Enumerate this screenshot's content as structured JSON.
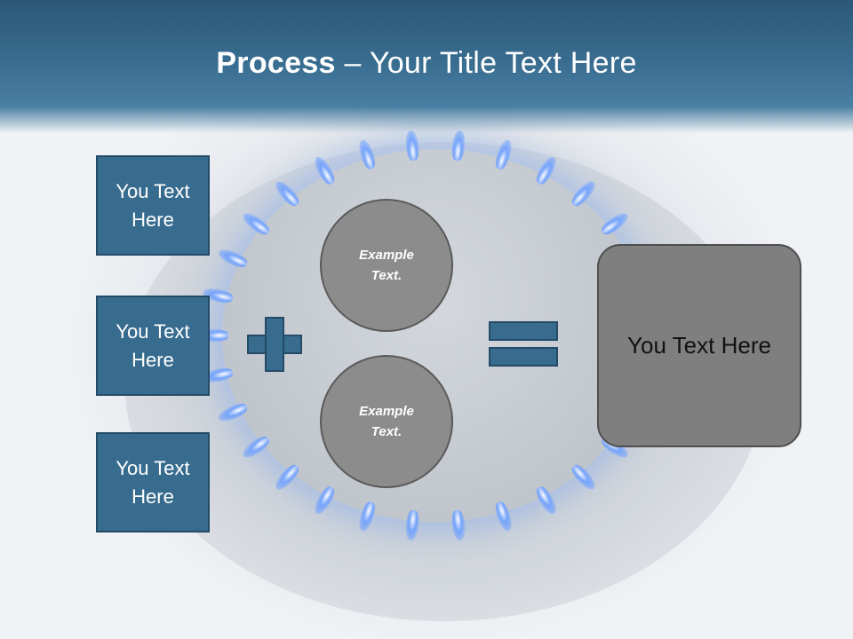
{
  "slide": {
    "title_bold": "Process",
    "title_rest": " – Your Title Text Here"
  },
  "inputs": [
    {
      "label": "You Text Here"
    },
    {
      "label": "You Text Here"
    },
    {
      "label": "You Text Here"
    }
  ],
  "circles": [
    {
      "label": "Example Text."
    },
    {
      "label": "Example Text."
    }
  ],
  "result": {
    "label": "You Text Here"
  },
  "colors": {
    "header": "#386c8f",
    "box_fill": "#386c8f",
    "box_border": "#234a66",
    "circle_fill": "#8c8c8c",
    "result_fill": "#7f7f7f"
  },
  "icons": [
    "plus-sign",
    "equals-sign"
  ]
}
